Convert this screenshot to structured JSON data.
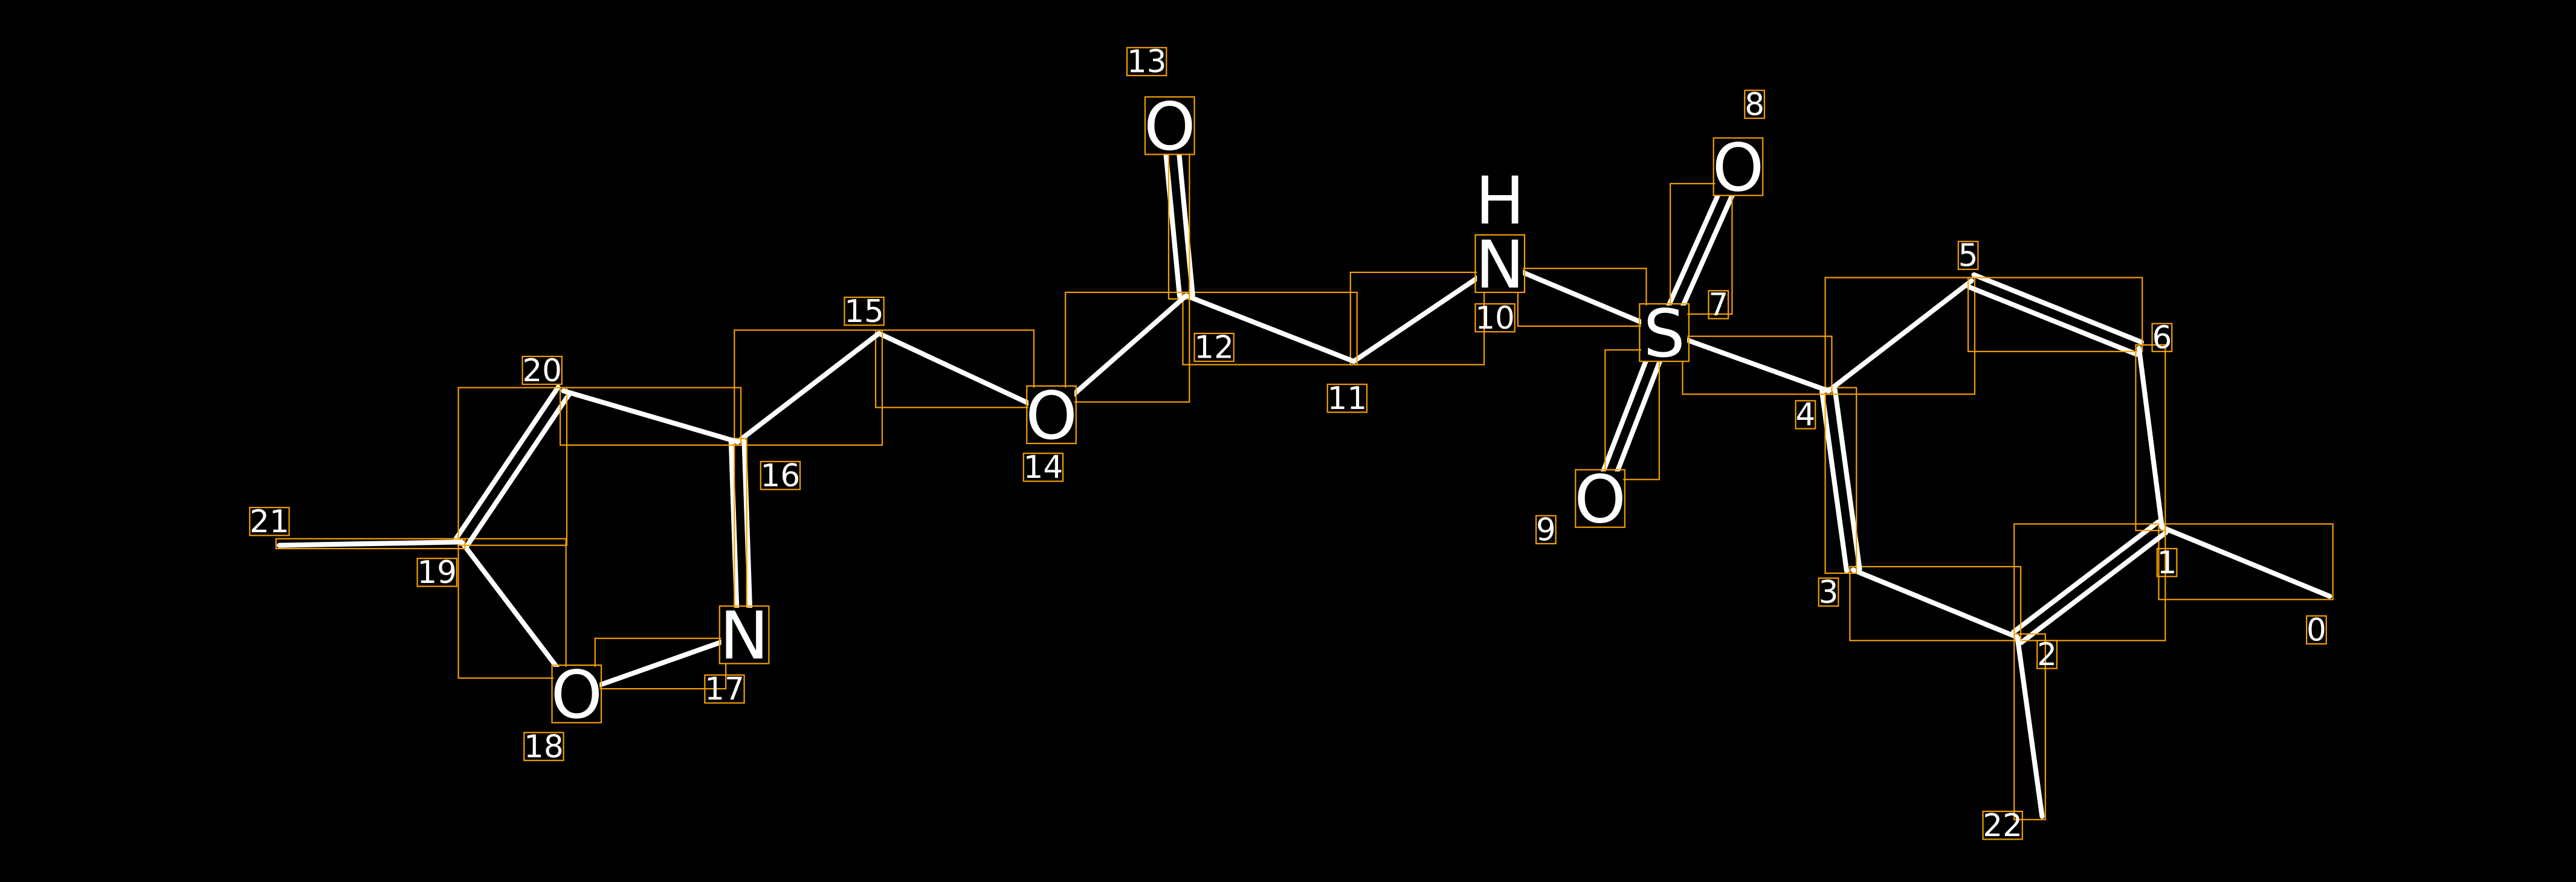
{
  "title": "Molecule graph with atom indices",
  "colors": {
    "background": "#000000",
    "bond": "#ffffff",
    "box": "#f5a000"
  },
  "atoms": [
    {
      "index": "0",
      "symbol": ""
    },
    {
      "index": "1",
      "symbol": ""
    },
    {
      "index": "2",
      "symbol": ""
    },
    {
      "index": "3",
      "symbol": ""
    },
    {
      "index": "4",
      "symbol": ""
    },
    {
      "index": "5",
      "symbol": ""
    },
    {
      "index": "6",
      "symbol": ""
    },
    {
      "index": "7",
      "symbol": "S"
    },
    {
      "index": "8",
      "symbol": "O"
    },
    {
      "index": "9",
      "symbol": "O"
    },
    {
      "index": "10",
      "symbol": "N",
      "h": "H"
    },
    {
      "index": "11",
      "symbol": ""
    },
    {
      "index": "12",
      "symbol": ""
    },
    {
      "index": "13",
      "symbol": "O"
    },
    {
      "index": "14",
      "symbol": "O"
    },
    {
      "index": "15",
      "symbol": ""
    },
    {
      "index": "16",
      "symbol": ""
    },
    {
      "index": "17",
      "symbol": "N"
    },
    {
      "index": "18",
      "symbol": "O"
    },
    {
      "index": "19",
      "symbol": ""
    },
    {
      "index": "20",
      "symbol": ""
    },
    {
      "index": "21",
      "symbol": ""
    },
    {
      "index": "22",
      "symbol": ""
    }
  ],
  "bonds": [
    [
      0,
      1,
      1
    ],
    [
      1,
      2,
      2
    ],
    [
      2,
      3,
      1
    ],
    [
      3,
      4,
      2
    ],
    [
      4,
      5,
      1
    ],
    [
      5,
      6,
      2
    ],
    [
      6,
      1,
      1
    ],
    [
      2,
      22,
      1
    ],
    [
      4,
      7,
      1
    ],
    [
      7,
      8,
      2
    ],
    [
      7,
      9,
      2
    ],
    [
      7,
      10,
      1
    ],
    [
      10,
      11,
      1
    ],
    [
      11,
      12,
      1
    ],
    [
      12,
      13,
      2
    ],
    [
      12,
      14,
      1
    ],
    [
      14,
      15,
      1
    ],
    [
      15,
      16,
      1
    ],
    [
      16,
      17,
      2
    ],
    [
      17,
      18,
      1
    ],
    [
      18,
      19,
      1
    ],
    [
      19,
      20,
      2
    ],
    [
      20,
      16,
      1
    ],
    [
      19,
      21,
      1
    ]
  ]
}
